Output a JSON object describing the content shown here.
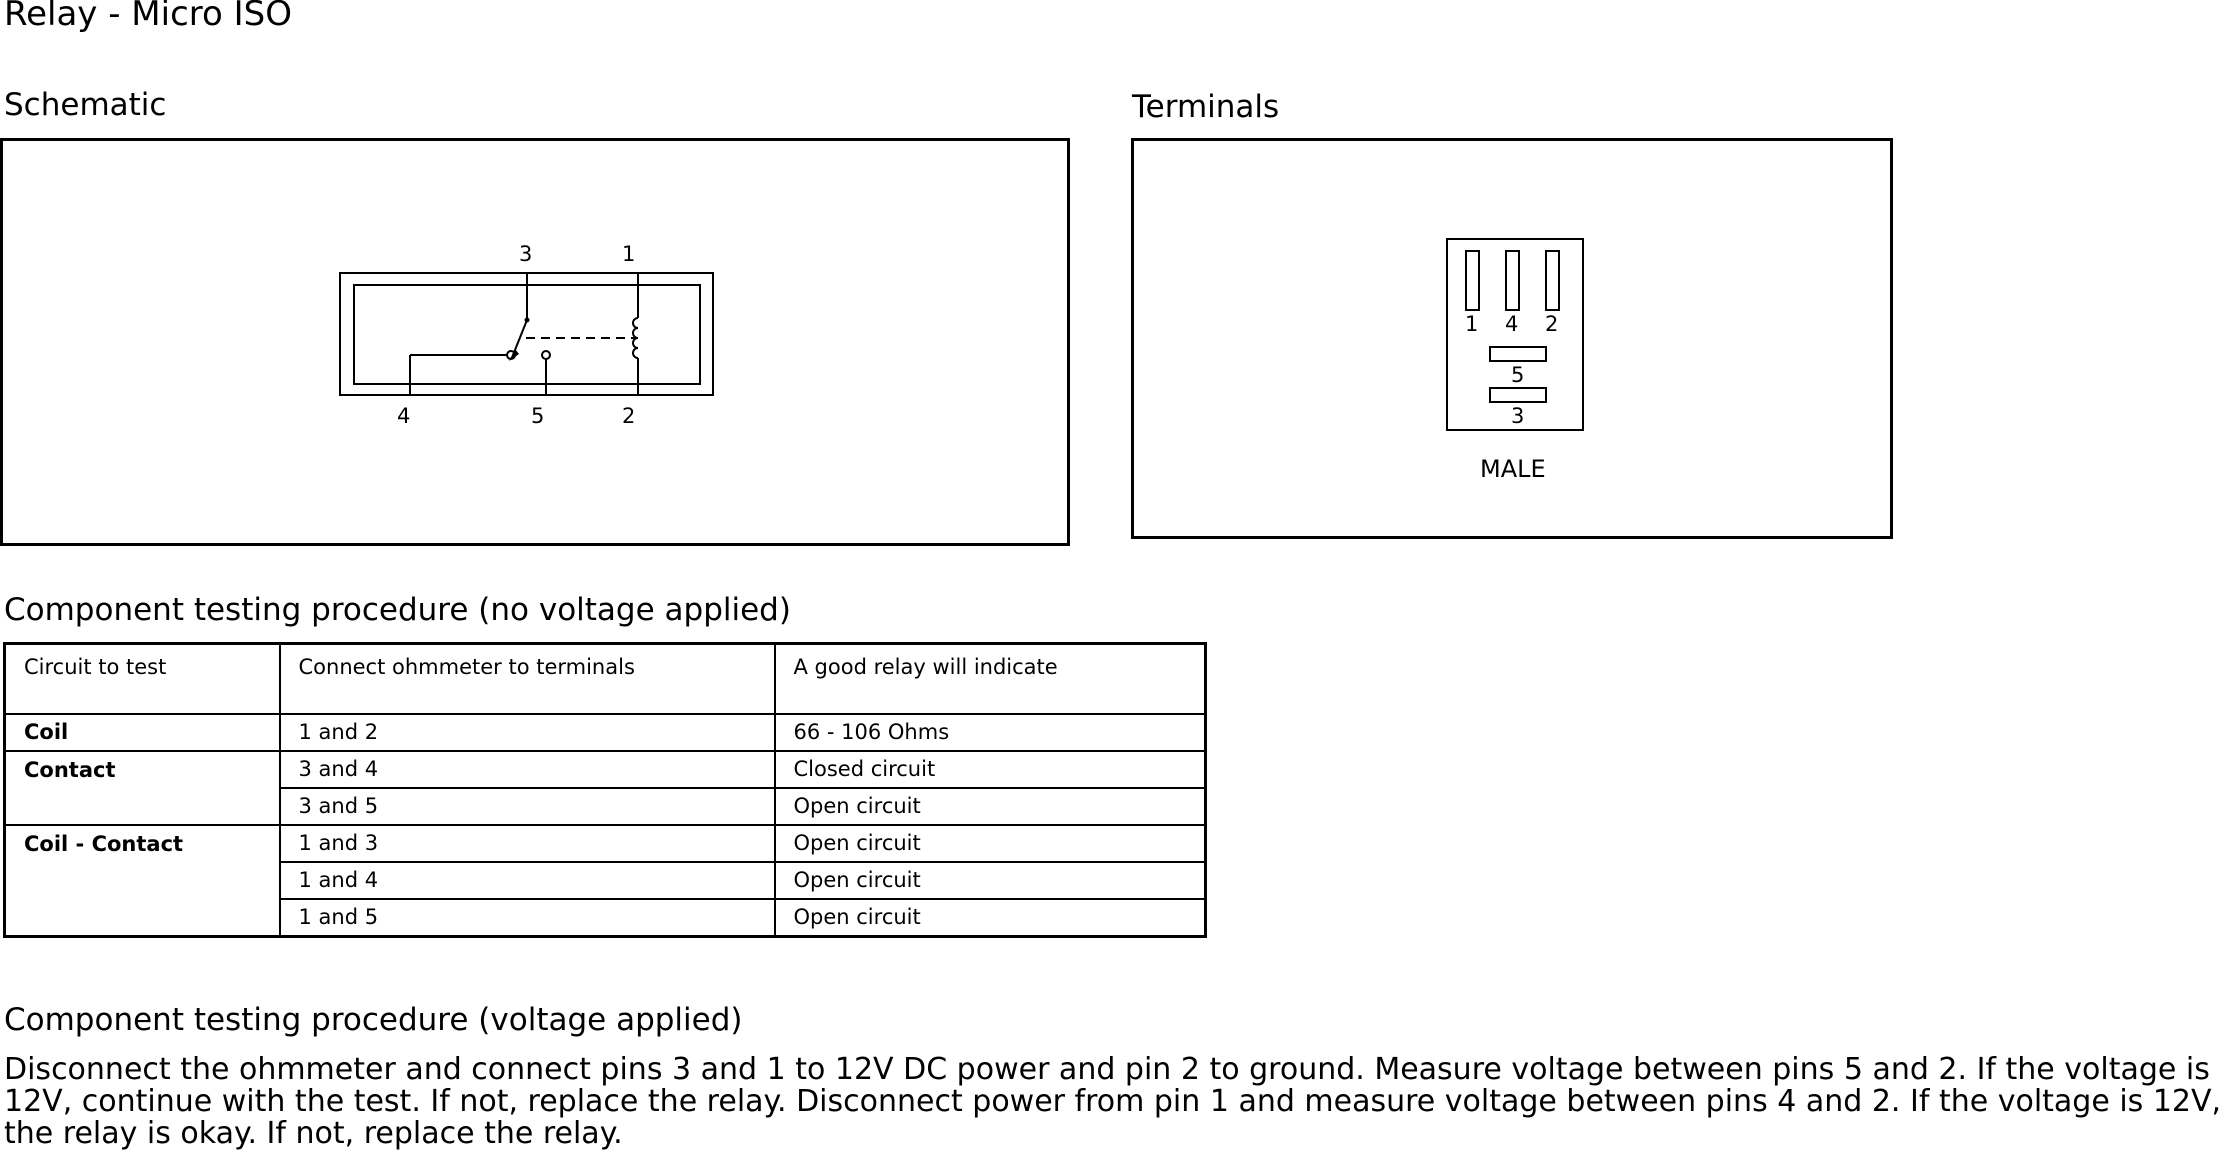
{
  "title": "Relay - Micro ISO",
  "schematic": {
    "label": "Schematic",
    "pins": {
      "top_left": "3",
      "top_right": "1",
      "bottom_left": "4",
      "bottom_mid": "5",
      "bottom_right": "2"
    }
  },
  "terminals": {
    "label": "Terminals",
    "pins": {
      "a": "1",
      "b": "4",
      "c": "2",
      "d": "5",
      "e": "3"
    },
    "caption": "MALE"
  },
  "no_voltage_test": {
    "heading": "Component testing procedure (no voltage applied)",
    "headers": [
      "Circuit to test",
      "Connect ohmmeter to terminals",
      "A good relay will indicate"
    ],
    "rows": [
      {
        "circuit": "Coil",
        "terminals": "1 and 2",
        "result": "66 - 106 Ohms"
      },
      {
        "circuit": "Contact",
        "terminals": "3 and 4",
        "result": "Closed circuit"
      },
      {
        "circuit": "",
        "terminals": "3 and 5",
        "result": "Open circuit"
      },
      {
        "circuit": "Coil - Contact",
        "terminals": "1 and 3",
        "result": "Open circuit"
      },
      {
        "circuit": "",
        "terminals": "1 and 4",
        "result": "Open circuit"
      },
      {
        "circuit": "",
        "terminals": "1 and 5",
        "result": "Open circuit"
      }
    ]
  },
  "voltage_test": {
    "heading": "Component testing procedure (voltage applied)",
    "lines": [
      "Disconnect the ohmmeter and connect pins 3 and 1 to 12V DC power and pin 2 to ground. Measure voltage between pins 5 and 2. If the voltage is",
      "12V, continue with the test. If not, replace the relay. Disconnect power from pin 1 and measure voltage between pins 4 and 2. If the voltage is 12V,",
      "the relay is okay. If not, replace the relay."
    ]
  }
}
